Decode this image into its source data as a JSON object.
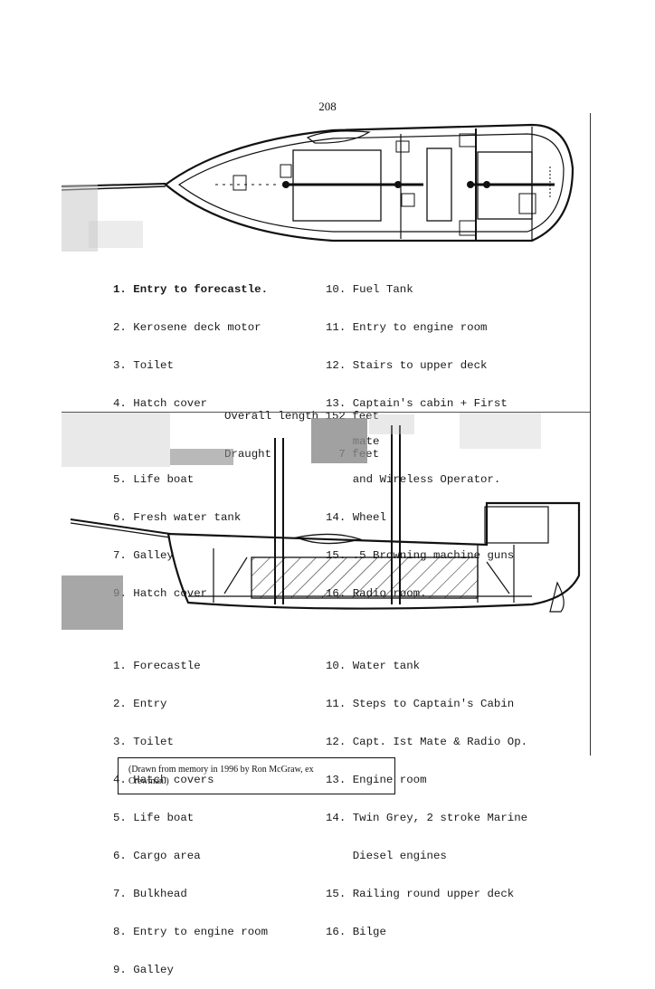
{
  "page_number": "208",
  "deck_plan": {
    "legend_left": [
      "1. Entry to forecastle.",
      "2. Kerosene deck motor",
      "3. Toilet",
      "4. Hatch cover",
      "",
      "5. Life boat",
      "6. Fresh water tank",
      "7. Galley",
      "9. Hatch cover"
    ],
    "legend_right": [
      "10. Fuel Tank",
      "11. Entry to engine room",
      "12. Stairs to upper deck",
      "13. Captain's cabin + First",
      "    mate",
      "    and Wireless Operator.",
      "14. Wheel",
      "15. .5 Browning machine guns",
      "16. Radio room."
    ]
  },
  "dimensions": {
    "length_line": "Overall length 152 feet",
    "draught_line": "Draught          7 feet"
  },
  "profile": {
    "legend_left": [
      "1. Forecastle",
      "2. Entry",
      "3. Toilet",
      "4. Hatch covers",
      "5. Life boat",
      "6. Cargo area",
      "7. Bulkhead",
      "8. Entry to engine room",
      "9. Galley"
    ],
    "legend_right": [
      "10. Water tank",
      "11. Steps to Captain's Cabin",
      "12. Capt. Ist Mate & Radio Op.",
      "13. Engine room",
      "14. Twin Grey, 2 stroke Marine",
      "    Diesel engines",
      "15. Railing round upper deck",
      "16. Bilge"
    ]
  },
  "credit": {
    "line1": "(Drawn from memory in 1996 by Ron McGraw, ex",
    "line2": "Crewman.)"
  },
  "colors": {
    "ink": "#1a1a1a",
    "grain": "#c9c9c9",
    "shade": "#8a8a8a"
  }
}
